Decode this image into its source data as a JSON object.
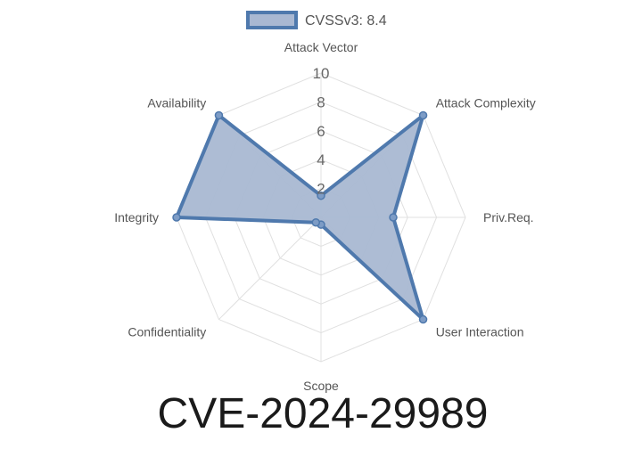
{
  "chart_data": {
    "type": "radar",
    "axes": [
      "Attack Vector",
      "Attack Complexity",
      "Priv.Req.",
      "User Interaction",
      "Scope",
      "Confidentiality",
      "Integrity",
      "Availability"
    ],
    "series": [
      {
        "name": "CVSSv3: 8.4",
        "values": [
          1.5,
          10,
          5,
          10,
          0.5,
          0.5,
          10,
          10
        ]
      }
    ],
    "r_ticks": [
      "2",
      "4",
      "6",
      "8",
      "10"
    ],
    "r_range": [
      0,
      10
    ],
    "legend_position": "top-center",
    "colors": {
      "fill": "#a9b8d2",
      "stroke": "#4f79ad",
      "grid": "#e0e0e0"
    }
  },
  "footer": {
    "title": "CVE-2024-29989"
  }
}
